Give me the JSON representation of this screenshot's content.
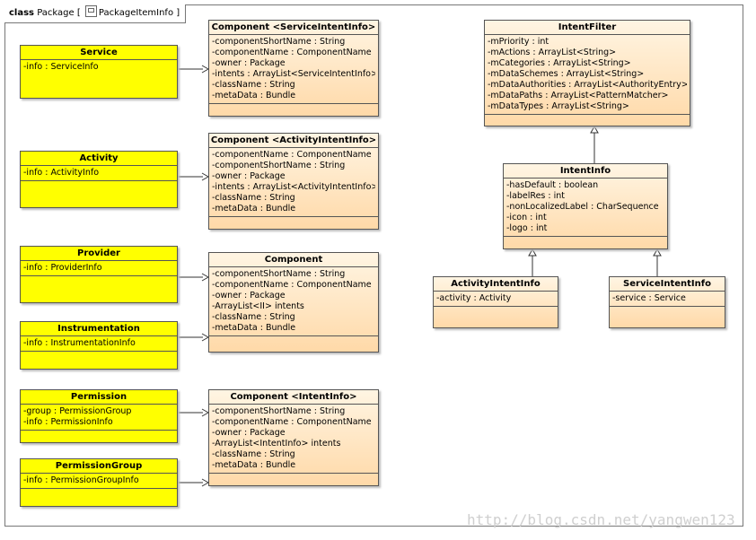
{
  "frame": {
    "keyword": "class",
    "label_prefix": "Package [",
    "name": "PackageItemInfo",
    "label_suffix": "]"
  },
  "watermark": "http://blog.csdn.net/yangwen123",
  "classes": {
    "service": {
      "name": "Service",
      "attrs": [
        {
          "n": "-info",
          "t": "ServiceInfo"
        }
      ]
    },
    "activity": {
      "name": "Activity",
      "attrs": [
        {
          "n": "-info",
          "t": "ActivityInfo"
        }
      ]
    },
    "provider": {
      "name": "Provider",
      "attrs": [
        {
          "n": "-info",
          "t": "ProviderInfo"
        }
      ]
    },
    "instrumentation": {
      "name": "Instrumentation",
      "attrs": [
        {
          "n": "-info",
          "t": "InstrumentationInfo"
        }
      ]
    },
    "permission": {
      "name": "Permission",
      "attrs": [
        {
          "n": "-group",
          "t": "PermissionGroup"
        },
        {
          "n": "-info",
          "t": "PermissionInfo"
        }
      ]
    },
    "permissiongroup": {
      "name": "PermissionGroup",
      "attrs": [
        {
          "n": "-info",
          "t": "PermissionGroupInfo"
        }
      ]
    },
    "comp_service": {
      "name": "Component <ServiceIntentInfo>",
      "attrs": [
        {
          "n": "-componentShortName",
          "t": "String"
        },
        {
          "n": "-componentName",
          "t": "ComponentName"
        },
        {
          "n": "-owner",
          "t": "Package"
        },
        {
          "n": "-intents",
          "t": "ArrayList<ServiceIntentInfo>"
        },
        {
          "n": "-className",
          "t": "String"
        },
        {
          "n": "-metaData",
          "t": "Bundle"
        }
      ]
    },
    "comp_activity": {
      "name": "Component <ActivityIntentInfo>",
      "attrs": [
        {
          "n": "-componentName",
          "t": "ComponentName"
        },
        {
          "n": "-componentShortName",
          "t": "String"
        },
        {
          "n": "-owner",
          "t": "Package"
        },
        {
          "n": "-intents",
          "t": "ArrayList<ActivityIntentInfo>"
        },
        {
          "n": "-className",
          "t": "String"
        },
        {
          "n": "-metaData",
          "t": "Bundle"
        }
      ]
    },
    "comp_plain": {
      "name": "Component",
      "attrs": [
        {
          "n": "-componentShortName",
          "t": "String"
        },
        {
          "n": "-componentName",
          "t": "ComponentName"
        },
        {
          "n": "-owner",
          "t": "Package"
        },
        {
          "n": "-ArrayList<II> intents",
          "t": ""
        },
        {
          "n": "-className",
          "t": "String"
        },
        {
          "n": "-metaData",
          "t": "Bundle"
        }
      ]
    },
    "comp_intent": {
      "name": "Component <IntentInfo>",
      "attrs": [
        {
          "n": "-componentShortName",
          "t": "String"
        },
        {
          "n": "-componentName",
          "t": "ComponentName"
        },
        {
          "n": "-owner",
          "t": "Package"
        },
        {
          "n": "-ArrayList<IntentInfo> intents",
          "t": ""
        },
        {
          "n": "-className",
          "t": "String"
        },
        {
          "n": "-metaData",
          "t": "Bundle"
        }
      ]
    },
    "intentfilter": {
      "name": "IntentFilter",
      "attrs": [
        {
          "n": "-mPriority",
          "t": "int"
        },
        {
          "n": "-mActions",
          "t": "ArrayList<String>"
        },
        {
          "n": "-mCategories",
          "t": "ArrayList<String>"
        },
        {
          "n": "-mDataSchemes",
          "t": "ArrayList<String>"
        },
        {
          "n": "-mDataAuthorities",
          "t": "ArrayList<AuthorityEntry>"
        },
        {
          "n": "-mDataPaths",
          "t": "ArrayList<PatternMatcher>"
        },
        {
          "n": "-mDataTypes",
          "t": "ArrayList<String>"
        }
      ]
    },
    "intentinfo": {
      "name": "IntentInfo",
      "attrs": [
        {
          "n": "-hasDefault",
          "t": "boolean"
        },
        {
          "n": "-labelRes",
          "t": "int"
        },
        {
          "n": "-nonLocalizedLabel",
          "t": "CharSequence"
        },
        {
          "n": "-icon",
          "t": "int"
        },
        {
          "n": "-logo",
          "t": "int"
        }
      ]
    },
    "activityintentinfo": {
      "name": "ActivityIntentInfo",
      "attrs": [
        {
          "n": "-activity",
          "t": "Activity"
        }
      ]
    },
    "serviceintentinfo": {
      "name": "ServiceIntentInfo",
      "attrs": [
        {
          "n": "-service",
          "t": "Service"
        }
      ]
    }
  }
}
